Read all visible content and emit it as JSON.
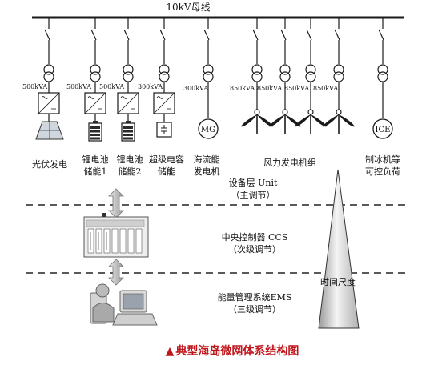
{
  "bus": {
    "label": "10kV母线"
  },
  "feeders": [
    {
      "rating": "500kVA",
      "source": "光伏发电"
    },
    {
      "rating": "500kVA",
      "source": "锂电池\n储能1"
    },
    {
      "rating": "500kVA",
      "source": "锂电池\n储能2"
    },
    {
      "rating": "300kVA",
      "source": "超级电容\n储能"
    },
    {
      "rating": "300kVA",
      "source": "海流能\n发电机",
      "symbol": "MG"
    },
    {
      "rating": "850kVA"
    },
    {
      "rating": "850kVA"
    },
    {
      "rating": "850kVA"
    },
    {
      "rating": "850kVA"
    },
    {
      "symbol": "ICE",
      "source": "制冰机等\n可控负荷"
    }
  ],
  "wind_label": "风力发电机组",
  "layers": {
    "unit": {
      "name": "设备层 Unit",
      "role": "（主调节）"
    },
    "ccs": {
      "name": "中央控制器 CCS",
      "role": "（次级调节）"
    },
    "ems": {
      "name": "能量管理系统EMS",
      "role": "（三级调节）"
    }
  },
  "time_scale": "时间尺度",
  "caption": "典型海岛微网体系结构图",
  "colors": {
    "line": "#1a1a1a",
    "caption": "#c0151b",
    "arrow": "#c8c8c8"
  }
}
